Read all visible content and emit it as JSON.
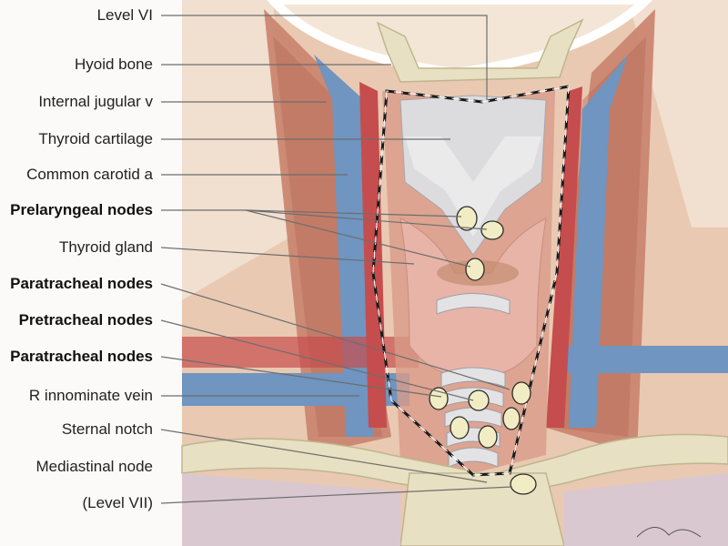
{
  "labels": [
    {
      "id": "level-vi",
      "text": "Level VI",
      "bold": false
    },
    {
      "id": "hyoid-bone",
      "text": "Hyoid bone",
      "bold": false
    },
    {
      "id": "internal-jugular",
      "text": "Internal jugular v",
      "bold": false
    },
    {
      "id": "thyroid-cartilage",
      "text": "Thyroid cartilage",
      "bold": false
    },
    {
      "id": "common-carotid",
      "text": "Common carotid a",
      "bold": false
    },
    {
      "id": "prelaryngeal-nodes",
      "text": "Prelaryngeal nodes",
      "bold": true
    },
    {
      "id": "thyroid-gland",
      "text": "Thyroid gland",
      "bold": false
    },
    {
      "id": "paratracheal-nodes-1",
      "text": "Paratracheal nodes",
      "bold": true
    },
    {
      "id": "pretracheal-nodes",
      "text": "Pretracheal nodes",
      "bold": true
    },
    {
      "id": "paratracheal-nodes-2",
      "text": "Paratracheal nodes",
      "bold": true
    },
    {
      "id": "r-innominate-vein",
      "text": "R innominate vein",
      "bold": false
    },
    {
      "id": "sternal-notch",
      "text": "Sternal notch",
      "bold": false
    },
    {
      "id": "mediastinal-node",
      "text": "Mediastinal node",
      "bold": false
    },
    {
      "id": "level-vii",
      "text": "(Level VII)",
      "bold": false
    }
  ],
  "colors": {
    "skin": "#f1dfd0",
    "muscle": "#c9826c",
    "vein": "#6f95c0",
    "artery": "#c64d4d",
    "bone": "#e8e0c2",
    "thyroid": "#e8b4a8",
    "node": "#f1ecc3",
    "leader_line": "#6e6e6e",
    "dashed_boundary": "#1a1a1a"
  }
}
